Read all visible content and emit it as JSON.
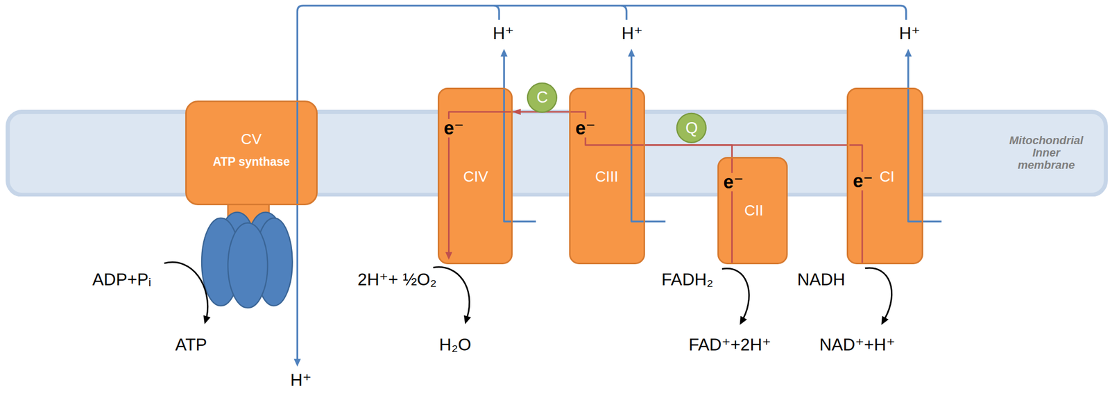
{
  "diagram": {
    "nodes": [
      {
        "text": [
          "Mitochondrial Inner membrane"
        ]
      },
      {
        "text": [
          "CV",
          "ATP synthase"
        ]
      },
      {
        "text": [
          "e⁻",
          "CIV"
        ]
      },
      {
        "text": [
          "C"
        ]
      },
      {
        "text": [
          "e⁻",
          "CIII"
        ]
      },
      {
        "text": [
          "Q"
        ]
      },
      {
        "text": [
          "e⁻",
          "CII"
        ]
      },
      {
        "text": [
          "e⁻",
          "CI"
        ]
      }
    ],
    "edges": [
      {
        "from": 7,
        "to": 4,
        "arrow": "none"
      },
      {
        "from": 6,
        "to": 4,
        "arrow": "none"
      },
      {
        "from": 4,
        "to": 2,
        "arrow": "to"
      }
    ],
    "labels": [
      "H⁺",
      "H⁺",
      "H⁺",
      "ADP+Pᵢ",
      "2H⁺+ ½O₂",
      "FADH₂",
      "NADH",
      "ATP",
      "H₂O",
      "FAD⁺+2H⁺",
      "NAD⁺+H⁺",
      "H⁺"
    ]
  }
}
